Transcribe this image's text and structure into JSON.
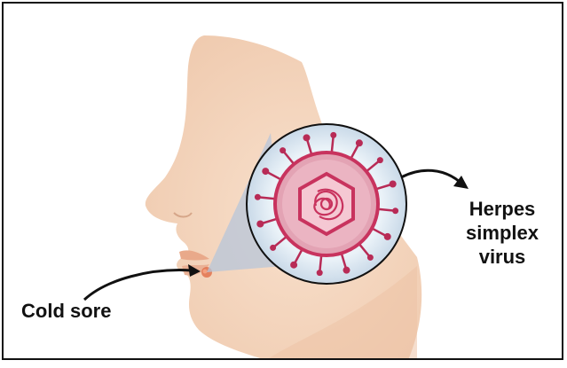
{
  "labels": {
    "cold_sore": "Cold sore",
    "virus_line1": "Herpes",
    "virus_line2": "simplex virus"
  },
  "colors": {
    "skin": "#f6d9c4",
    "skin_shadow": "#edc5a9",
    "lip": "#e9a98a",
    "sore": "#e0724d",
    "magnify": "#b7c6d9",
    "disc": "#dce8f2",
    "capsid": "#c8335e",
    "envelope": "#e3a3b4",
    "spike": "#b82b56",
    "arrow": "#111111"
  }
}
